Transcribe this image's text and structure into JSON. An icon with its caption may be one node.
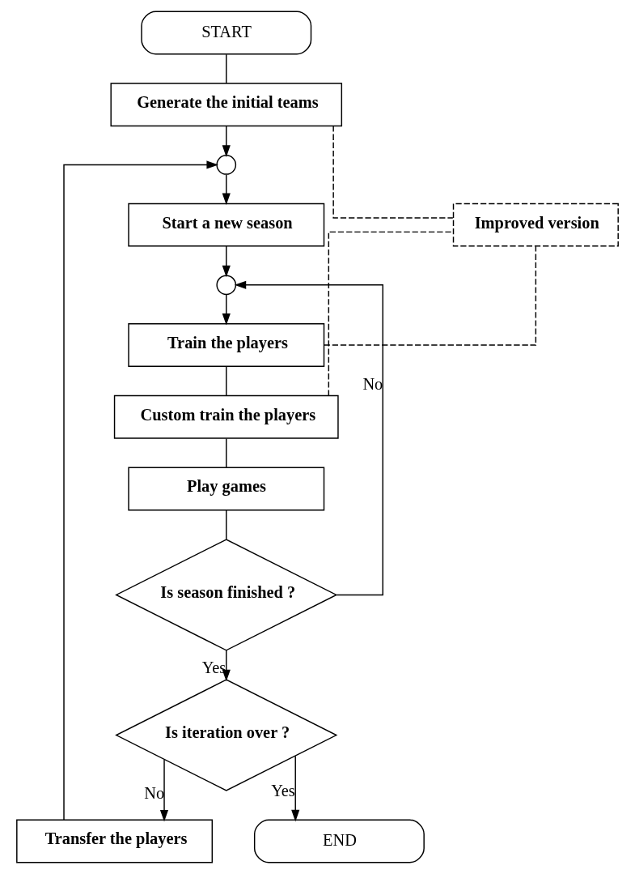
{
  "diagram": {
    "nodes": [
      {
        "text": [
          "START"
        ]
      },
      {
        "text": [
          "Generate the initial teams"
        ]
      },
      {
        "text": [],
        "shape": "circle"
      },
      {
        "text": [
          "Start a new season"
        ]
      },
      {
        "text": [],
        "shape": "circle"
      },
      {
        "text": [
          "Train the players"
        ]
      },
      {
        "text": [
          "Custom train the players"
        ]
      },
      {
        "text": [
          "Play games"
        ]
      },
      {
        "text": [
          "Is season finished ?"
        ]
      },
      {
        "text": [
          "Is iteration over ?"
        ]
      },
      {
        "text": [
          "Transfer the players"
        ]
      },
      {
        "text": [
          "END"
        ]
      },
      {
        "text": [
          "Improved version"
        ]
      }
    ],
    "edges": [
      {
        "from": 0,
        "to": 1,
        "arrow": "none"
      },
      {
        "from": 1,
        "to": 2,
        "arrow": "to"
      },
      {
        "from": 2,
        "to": 3,
        "arrow": "to"
      },
      {
        "from": 3,
        "to": 4,
        "arrow": "to"
      },
      {
        "from": 4,
        "to": 5,
        "arrow": "to"
      },
      {
        "from": 5,
        "to": 6,
        "arrow": "none"
      },
      {
        "from": 6,
        "to": 7,
        "arrow": "none"
      },
      {
        "from": 7,
        "to": 8,
        "arrow": "none"
      },
      {
        "from": 8,
        "to": 4,
        "label": "No",
        "arrow": "to"
      },
      {
        "from": 8,
        "to": 9,
        "label": "Yes",
        "arrow": "to"
      },
      {
        "from": 9,
        "to": 10,
        "label": "No",
        "arrow": "to"
      },
      {
        "from": 9,
        "to": 11,
        "label": "Yes",
        "arrow": "to"
      },
      {
        "from": 10,
        "to": 2,
        "arrow": "to"
      },
      {
        "from": 1,
        "to": 12,
        "arrow": "none",
        "style": "dashed"
      },
      {
        "from": 5,
        "to": 12,
        "arrow": "none",
        "style": "dashed"
      },
      {
        "from": 6,
        "to": 12,
        "arrow": "none",
        "style": "dashed"
      }
    ]
  }
}
